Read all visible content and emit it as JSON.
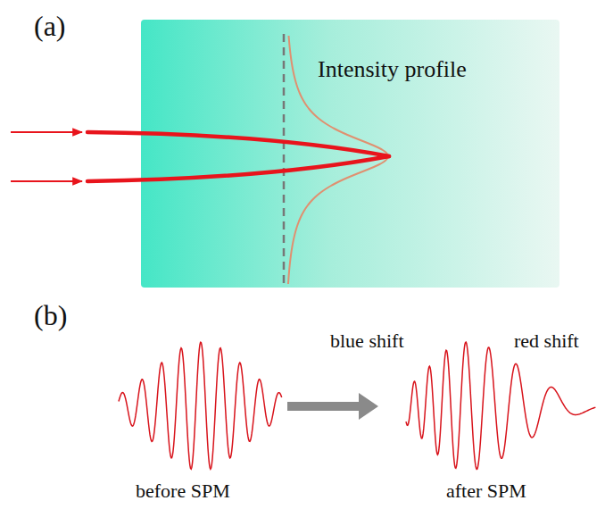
{
  "diagram": {
    "labels": [
      "(a)",
      "Intensity profile",
      "(b)",
      "blue shift",
      "red shift",
      "before SPM",
      "after SPM"
    ]
  }
}
